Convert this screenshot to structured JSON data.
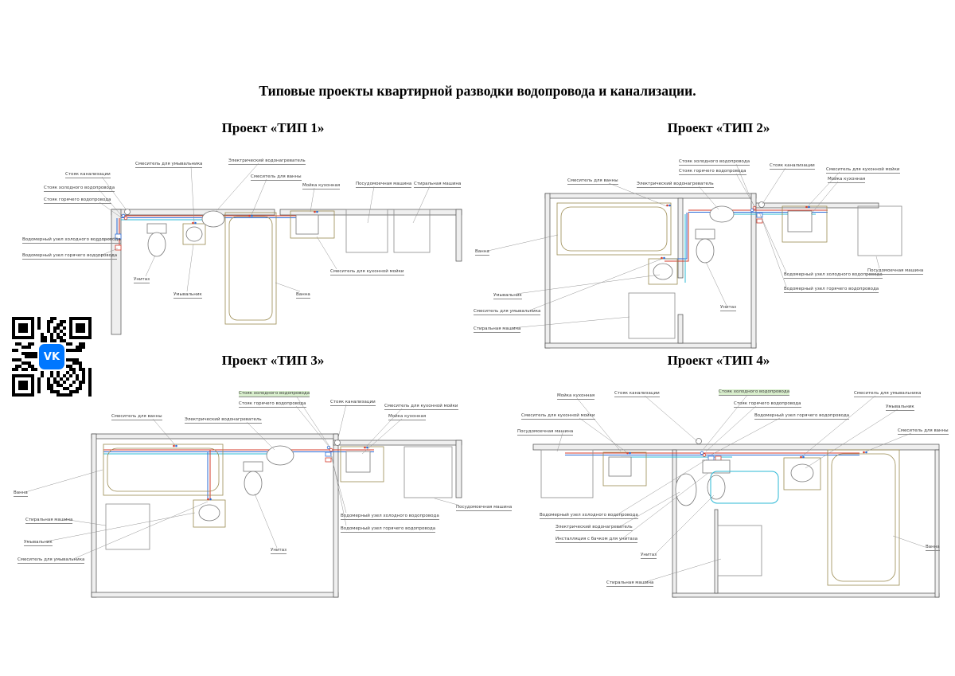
{
  "page": {
    "title": "Типовые проекты квартирной разводки водопровода и канализации."
  },
  "qr": {
    "label": "VK",
    "color": "#0077ff"
  },
  "colors": {
    "cold": "#2b6bd6",
    "hot": "#d63b2b",
    "sewer": "#2bb8d6",
    "fixture": "#9a8a50",
    "wall": "#4a4a4a"
  },
  "projects": [
    {
      "label": "Проект «ТИП 1»",
      "annotations": [
        "Смеситель для умывальника",
        "Электрический водонагреватель",
        "Смеситель для ванны",
        "Мойка кухонная",
        "Посудомоечная машина",
        "Стиральная машина",
        "Стояк канализации",
        "Стояк холодного водопровода",
        "Стояк горячего водопровода",
        "Водомерный узел холодного водопровода",
        "Водомерный узел горячего водопровода",
        "Унитаз",
        "Умывальник",
        "Ванна",
        "Смеситель для кухонной мойки"
      ]
    },
    {
      "label": "Проект «ТИП 2»",
      "annotations": [
        "Смеситель для ванны",
        "Электрический водонагреватель",
        "Стояк холодного водопровода",
        "Стояк горячего водопровода",
        "Стояк канализации",
        "Смеситель для кухонной мойки",
        "Мойка кухонная",
        "Ванна",
        "Умывальник",
        "Смеситель для умывальника",
        "Стиральная машина",
        "Унитаз",
        "Водомерный узел холодного водопровода",
        "Водомерный узел горячего водопровода",
        "Посудомоечная машина"
      ]
    },
    {
      "label": "Проект «ТИП 3»",
      "annotations": [
        "Стояк холодного водопровода",
        "Стояк горячего водопровода",
        "Стояк канализации",
        "Смеситель для кухонной мойки",
        "Мойка кухонная",
        "Смеситель для ванны",
        "Электрический водонагреватель",
        "Ванна",
        "Стиральная машина",
        "Умывальник",
        "Смеситель для умывальника",
        "Унитаз",
        "Водомерный узел холодного водопровода",
        "Водомерный узел горячего водопровода",
        "Посудомоечная машина"
      ]
    },
    {
      "label": "Проект «ТИП 4»",
      "annotations": [
        "Мойка кухонная",
        "Стояк канализации",
        "Стояк холодного водопровода",
        "Стояк горячего водопровода",
        "Водомерный узел горячего водопровода",
        "Смеситель для умывальника",
        "Умывальник",
        "Смеситель для ванны",
        "Смеситель для кухонной мойки",
        "Посудомоечная машина",
        "Водомерный узел холодного водопровода",
        "Электрический водонагреватель",
        "Инсталляция с бачком для унитаза",
        "Унитаз",
        "Стиральная машина",
        "Ванна"
      ]
    }
  ]
}
